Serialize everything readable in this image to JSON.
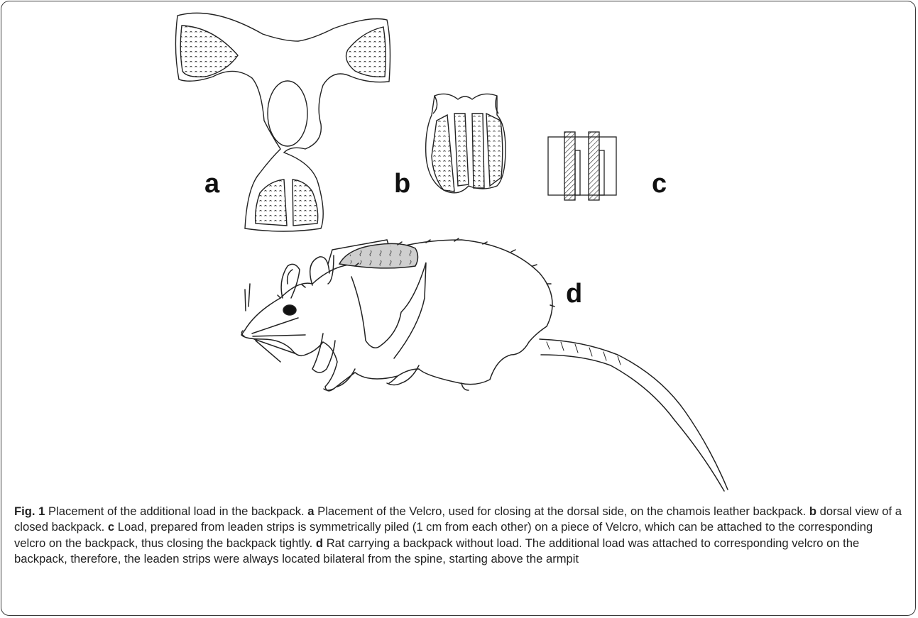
{
  "panels": {
    "a": {
      "label": "a"
    },
    "b": {
      "label": "b"
    },
    "c": {
      "label": "c"
    },
    "d": {
      "label": "d"
    }
  },
  "caption": {
    "figure_label": "Fig. 1",
    "title": "Placement of the additional load in the backpack.",
    "a_label": "a",
    "a_text": "Placement of the Velcro, used for closing at the dorsal side, on the chamois leather backpack.",
    "b_label": "b",
    "b_text": "dorsal view of a closed backpack.",
    "c_label": "c",
    "c_text": "Load, prepared from leaden strips is symmetrically piled (1 cm from each other) on a piece of Velcro, which can be attached to the corresponding velcro on the backpack, thus closing the backpack tightly.",
    "d_label": "d",
    "d_text": "Rat carrying a backpack without load. The additional load was attached to corresponding velcro on the backpack, therefore, the leaden strips were always located bilateral from the spine, starting above the armpit"
  }
}
